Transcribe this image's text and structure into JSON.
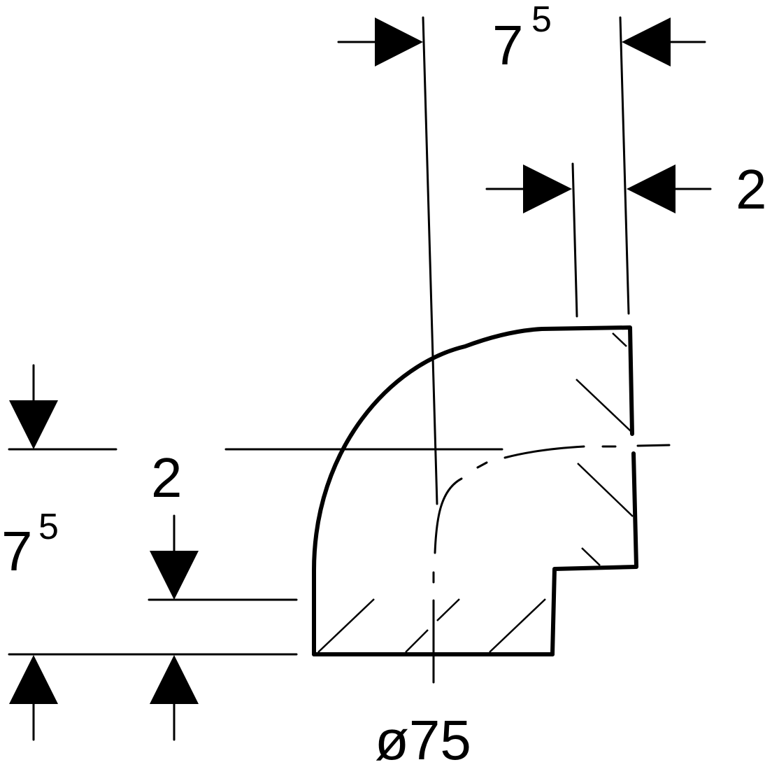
{
  "dimensions": {
    "top_outer": {
      "base": "7",
      "sup": "5"
    },
    "top_wall": "2",
    "side_wall": "2",
    "side_outer": {
      "base": "7",
      "sup": "5"
    },
    "diameter": "ø75"
  },
  "colors": {
    "line": "#000000",
    "background": "#ffffff"
  }
}
